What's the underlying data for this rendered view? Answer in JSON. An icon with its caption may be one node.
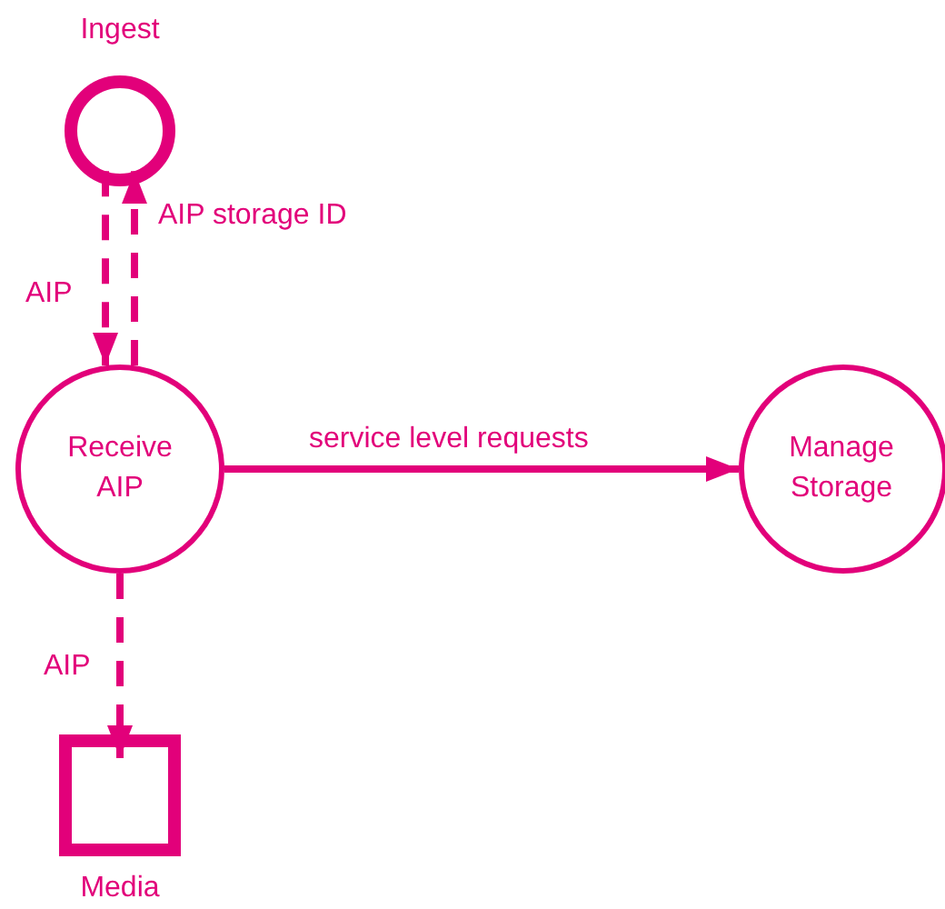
{
  "diagram": {
    "nodes": [
      {
        "text": [
          "Ingest"
        ]
      },
      {
        "text": [
          "Receive AIP"
        ]
      },
      {
        "text": [
          "Manage Storage"
        ]
      },
      {
        "text": [
          "Media"
        ]
      }
    ],
    "edges": [
      {
        "from": 0,
        "to": 1,
        "arrow": "to",
        "label": "AIP",
        "style": "dashed"
      },
      {
        "from": 1,
        "to": 0,
        "arrow": "to",
        "label": "AIP storage ID",
        "style": "dashed"
      },
      {
        "from": 1,
        "to": 2,
        "arrow": "to",
        "label": "service level requests"
      },
      {
        "from": 1,
        "to": 3,
        "arrow": "to",
        "label": "AIP",
        "style": "dashed"
      }
    ]
  }
}
